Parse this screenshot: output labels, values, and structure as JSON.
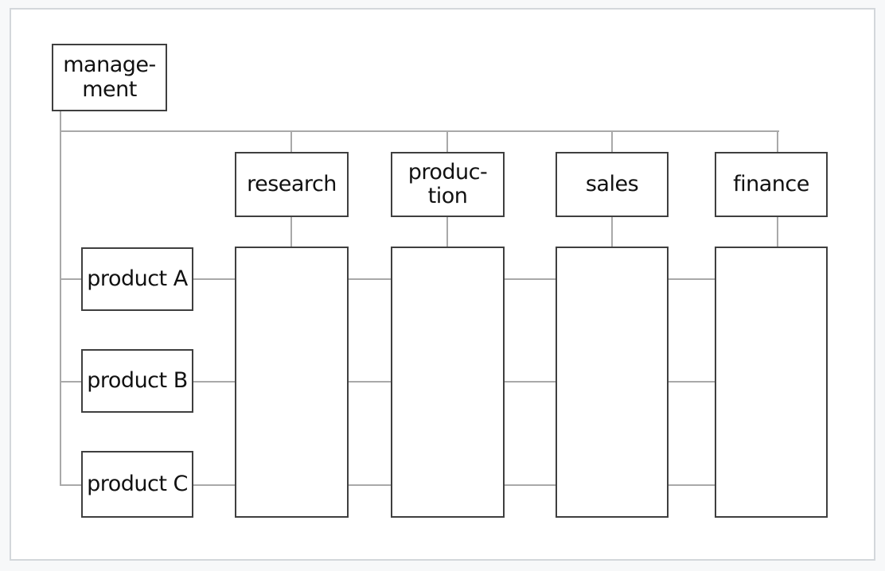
{
  "management": {
    "label": "manage-\nment"
  },
  "departments": [
    {
      "id": "research",
      "label": "research"
    },
    {
      "id": "production",
      "label": "produc-\ntion"
    },
    {
      "id": "sales",
      "label": "sales"
    },
    {
      "id": "finance",
      "label": "finance"
    }
  ],
  "products": [
    {
      "id": "product-a",
      "label": "product A"
    },
    {
      "id": "product-b",
      "label": "product B"
    },
    {
      "id": "product-c",
      "label": "product C"
    }
  ],
  "colors": {
    "box_border": "#3f3f3f",
    "connector_line": "#a9a9a9",
    "frame_border": "#d3d7db",
    "page_background": "#f7f8f9",
    "canvas_background": "#ffffff",
    "text": "#111111"
  }
}
